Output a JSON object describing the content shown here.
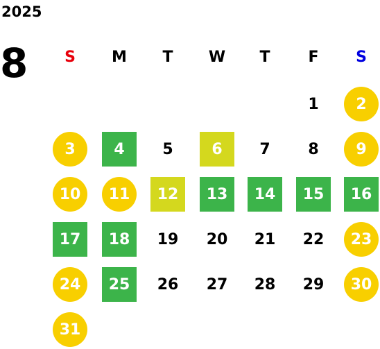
{
  "header": {
    "year": "2025",
    "month": "8"
  },
  "colors": {
    "sunday": "#e8000b",
    "saturday": "#0000e0",
    "circle": "#f8cf00",
    "green": "#3cb44a",
    "lime": "#d4d81e"
  },
  "weekdays": [
    {
      "label": "S",
      "color": "#e8000b"
    },
    {
      "label": "M",
      "color": "#000000"
    },
    {
      "label": "T",
      "color": "#000000"
    },
    {
      "label": "W",
      "color": "#000000"
    },
    {
      "label": "T",
      "color": "#000000"
    },
    {
      "label": "F",
      "color": "#000000"
    },
    {
      "label": "S",
      "color": "#0000e0"
    }
  ],
  "days": [
    {
      "day": "1",
      "style": "plain"
    },
    {
      "day": "2",
      "style": "circle"
    },
    {
      "day": "3",
      "style": "circle"
    },
    {
      "day": "4",
      "style": "green"
    },
    {
      "day": "5",
      "style": "plain"
    },
    {
      "day": "6",
      "style": "lime"
    },
    {
      "day": "7",
      "style": "plain"
    },
    {
      "day": "8",
      "style": "plain"
    },
    {
      "day": "9",
      "style": "circle"
    },
    {
      "day": "10",
      "style": "circle"
    },
    {
      "day": "11",
      "style": "circle"
    },
    {
      "day": "12",
      "style": "lime"
    },
    {
      "day": "13",
      "style": "green"
    },
    {
      "day": "14",
      "style": "green"
    },
    {
      "day": "15",
      "style": "green"
    },
    {
      "day": "16",
      "style": "green"
    },
    {
      "day": "17",
      "style": "green"
    },
    {
      "day": "18",
      "style": "green"
    },
    {
      "day": "19",
      "style": "plain"
    },
    {
      "day": "20",
      "style": "plain"
    },
    {
      "day": "21",
      "style": "plain"
    },
    {
      "day": "22",
      "style": "plain"
    },
    {
      "day": "23",
      "style": "circle"
    },
    {
      "day": "24",
      "style": "circle"
    },
    {
      "day": "25",
      "style": "green"
    },
    {
      "day": "26",
      "style": "plain"
    },
    {
      "day": "27",
      "style": "plain"
    },
    {
      "day": "28",
      "style": "plain"
    },
    {
      "day": "29",
      "style": "plain"
    },
    {
      "day": "30",
      "style": "circle"
    },
    {
      "day": "31",
      "style": "circle"
    }
  ]
}
